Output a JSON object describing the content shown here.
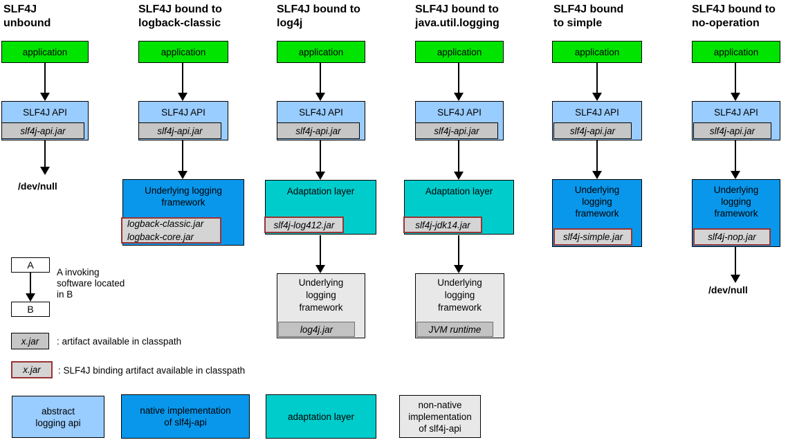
{
  "colors": {
    "green": "#00E400",
    "light_blue": "#99CCFF",
    "blue": "#0997EB",
    "teal": "#00CCCC",
    "box_gray": "#E8E8E8",
    "jar_gray": "#C6C6C6",
    "jar_binding_gray": "#D4D4D4",
    "jar_dark_gray": "#C2C2C2",
    "binding_border": "#993333"
  },
  "columns": [
    {
      "title": "SLF4J\nunbound",
      "app_label": "application",
      "api_label": "SLF4J API",
      "api_jar": "slf4j-api.jar",
      "devnull": "/dev/null"
    },
    {
      "title": "SLF4J bound to\nlogback-classic",
      "app_label": "application",
      "api_label": "SLF4J API",
      "api_jar": "slf4j-api.jar",
      "framework_label": "Underlying logging\nframework",
      "framework_jar": "logback-classic.jar\nlogback-core.jar"
    },
    {
      "title": "SLF4J bound to\nlog4j",
      "app_label": "application",
      "api_label": "SLF4J API",
      "api_jar": "slf4j-api.jar",
      "adaptation_label": "Adaptation layer",
      "adaptation_jar": "slf4j-log412.jar",
      "framework_label": "Underlying\nlogging\nframework",
      "framework_jar": "log4j.jar"
    },
    {
      "title": "SLF4J bound to\njava.util.logging",
      "app_label": "application",
      "api_label": "SLF4J API",
      "api_jar": "slf4j-api.jar",
      "adaptation_label": "Adaptation layer",
      "adaptation_jar": "slf4j-jdk14.jar",
      "framework_label": "Underlying\nlogging\nframework",
      "framework_jar": "JVM runtime"
    },
    {
      "title": "SLF4J bound\nto simple",
      "app_label": "application",
      "api_label": "SLF4J API",
      "api_jar": "slf4j-api.jar",
      "framework_label": "Underlying\nlogging\nframework",
      "framework_jar": "slf4j-simple.jar"
    },
    {
      "title": "SLF4J bound to\nno-operation",
      "app_label": "application",
      "api_label": "SLF4J API",
      "api_jar": "slf4j-api.jar",
      "framework_label": "Underlying\nlogging\nframework",
      "framework_jar": "slf4j-nop.jar",
      "devnull": "/dev/null"
    }
  ],
  "legend": {
    "invoke_a": "A",
    "invoke_b": "B",
    "invoke_text": "A invoking\nsoftware located\nin B",
    "jar_plain_label": "x.jar",
    "jar_plain_desc": ": artifact available in classpath",
    "jar_binding_label": "x.jar",
    "jar_binding_desc": ": SLF4J binding artifact available in classpath"
  },
  "key": [
    {
      "label": "abstract\nlogging api"
    },
    {
      "label": "native implementation\nof slf4j-api"
    },
    {
      "label": "adaptation layer"
    },
    {
      "label": "non-native\nimplementation\nof slf4j-api"
    }
  ]
}
